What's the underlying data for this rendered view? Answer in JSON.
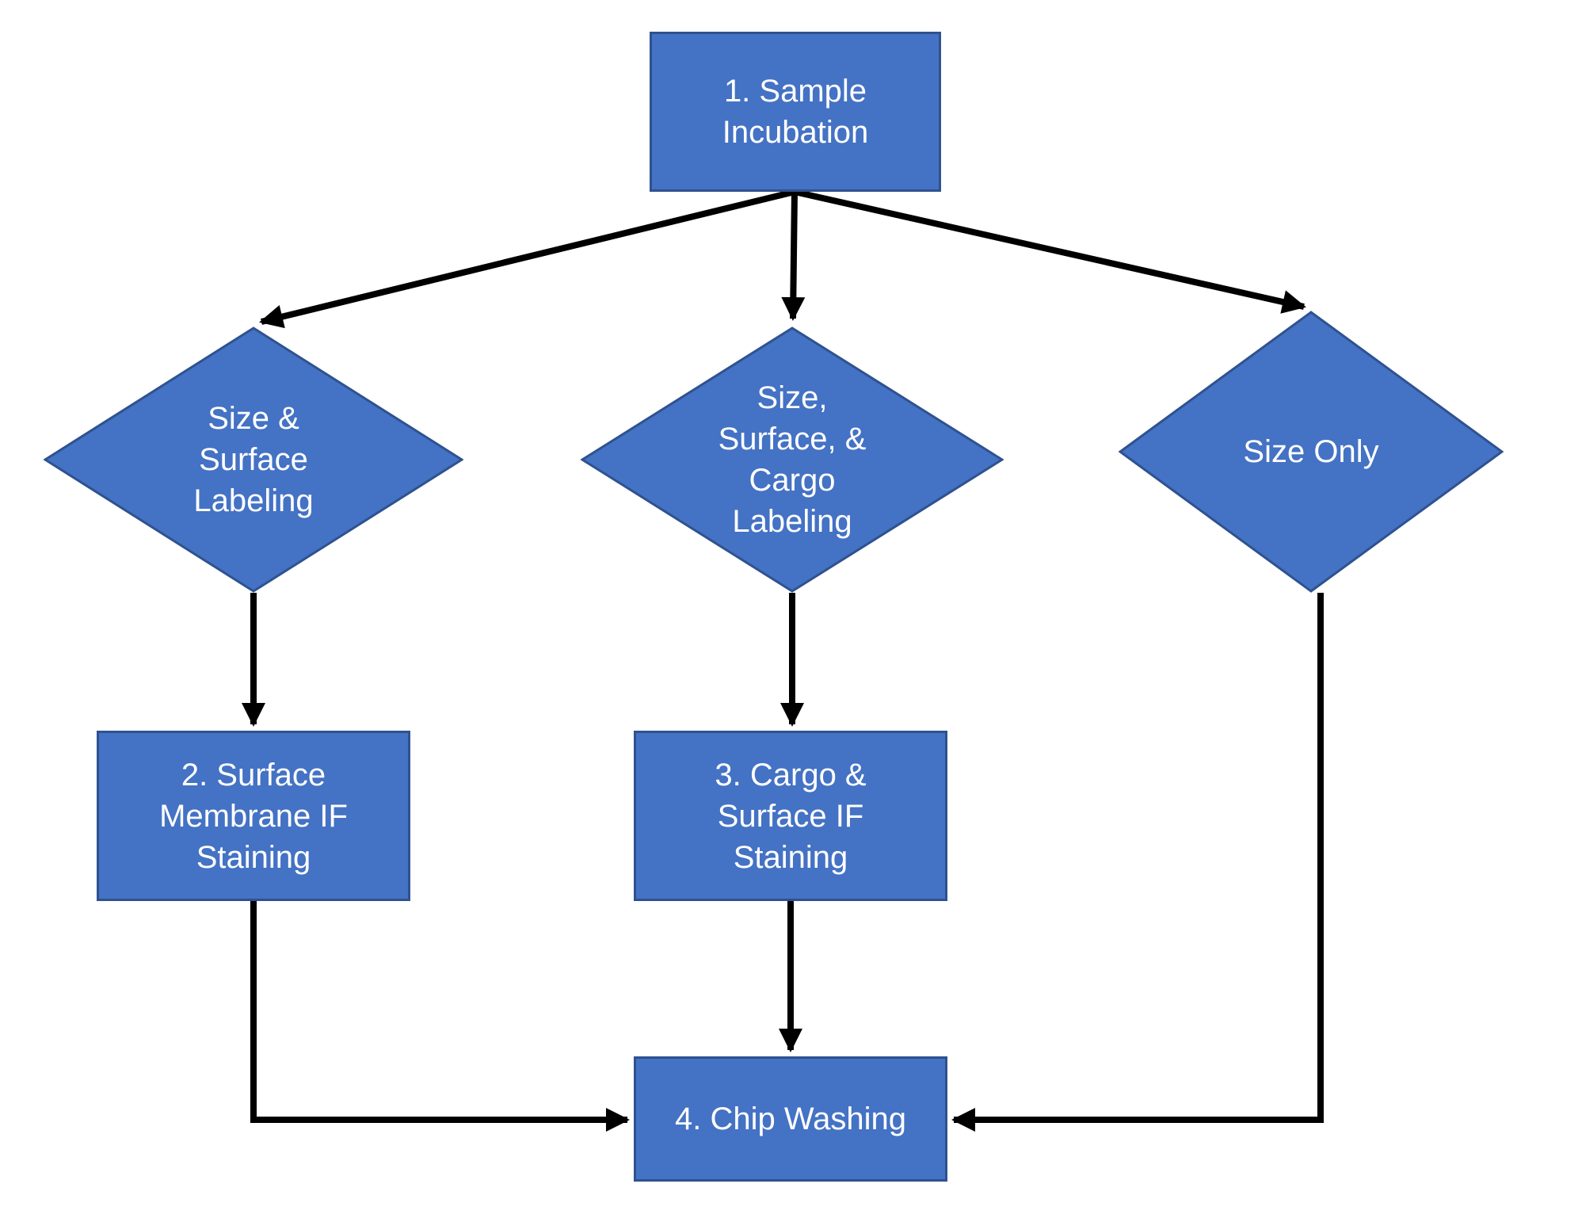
{
  "colors": {
    "shape_fill": "#4472C4",
    "shape_border": "#2F528F",
    "arrow": "#000000",
    "label_text": "#FFFFFF",
    "background": "#FFFFFF"
  },
  "flowchart": {
    "nodes": {
      "sample_incubation": {
        "label": "1. Sample\nIncubation",
        "shape": "rectangle"
      },
      "size_surface_labeling": {
        "label": "Size &\nSurface\nLabeling",
        "shape": "diamond"
      },
      "size_surface_cargo_labeling": {
        "label": "Size,\nSurface, &\nCargo\nLabeling",
        "shape": "diamond"
      },
      "size_only": {
        "label": "Size Only",
        "shape": "diamond"
      },
      "surface_membrane_if_staining": {
        "label": "2. Surface\nMembrane IF\nStaining",
        "shape": "rectangle"
      },
      "cargo_surface_if_staining": {
        "label": "3. Cargo &\nSurface IF\nStaining",
        "shape": "rectangle"
      },
      "chip_washing": {
        "label": "4. Chip Washing",
        "shape": "rectangle"
      }
    },
    "edges": [
      {
        "from": "sample_incubation",
        "to": "size_surface_labeling"
      },
      {
        "from": "sample_incubation",
        "to": "size_surface_cargo_labeling"
      },
      {
        "from": "sample_incubation",
        "to": "size_only"
      },
      {
        "from": "size_surface_labeling",
        "to": "surface_membrane_if_staining"
      },
      {
        "from": "size_surface_cargo_labeling",
        "to": "cargo_surface_if_staining"
      },
      {
        "from": "surface_membrane_if_staining",
        "to": "chip_washing"
      },
      {
        "from": "cargo_surface_if_staining",
        "to": "chip_washing"
      },
      {
        "from": "size_only",
        "to": "chip_washing"
      }
    ]
  }
}
